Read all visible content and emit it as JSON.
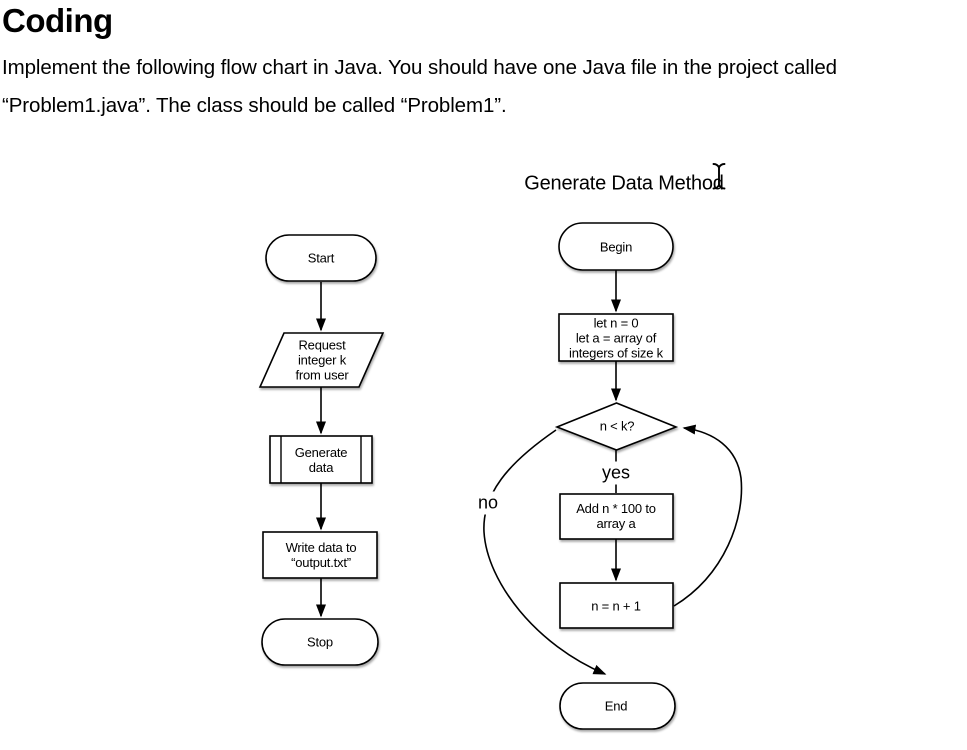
{
  "heading": "Coding",
  "intro": {
    "line1": "Implement the following flow chart in Java. You should have one Java file in the project called",
    "line2": "“Problem1.java”. The class should be called “Problem1”."
  },
  "main_flowchart": {
    "start": "Start",
    "request": "Request\ninteger k\nfrom user",
    "generate": "Generate\ndata",
    "write": "Write data to\n“output.txt”",
    "stop": "Stop"
  },
  "method_flowchart": {
    "title": "Generate Data Method",
    "begin": "Begin",
    "init": "let n = 0\nlet a = array of\nintegers of size k",
    "condition": "n < k?",
    "yes_label": "yes",
    "no_label": "no",
    "add": "Add n * 100 to\narray a",
    "increment": "n = n + 1",
    "end": "End"
  },
  "colors": {
    "ink": "#000000",
    "background": "#ffffff"
  }
}
